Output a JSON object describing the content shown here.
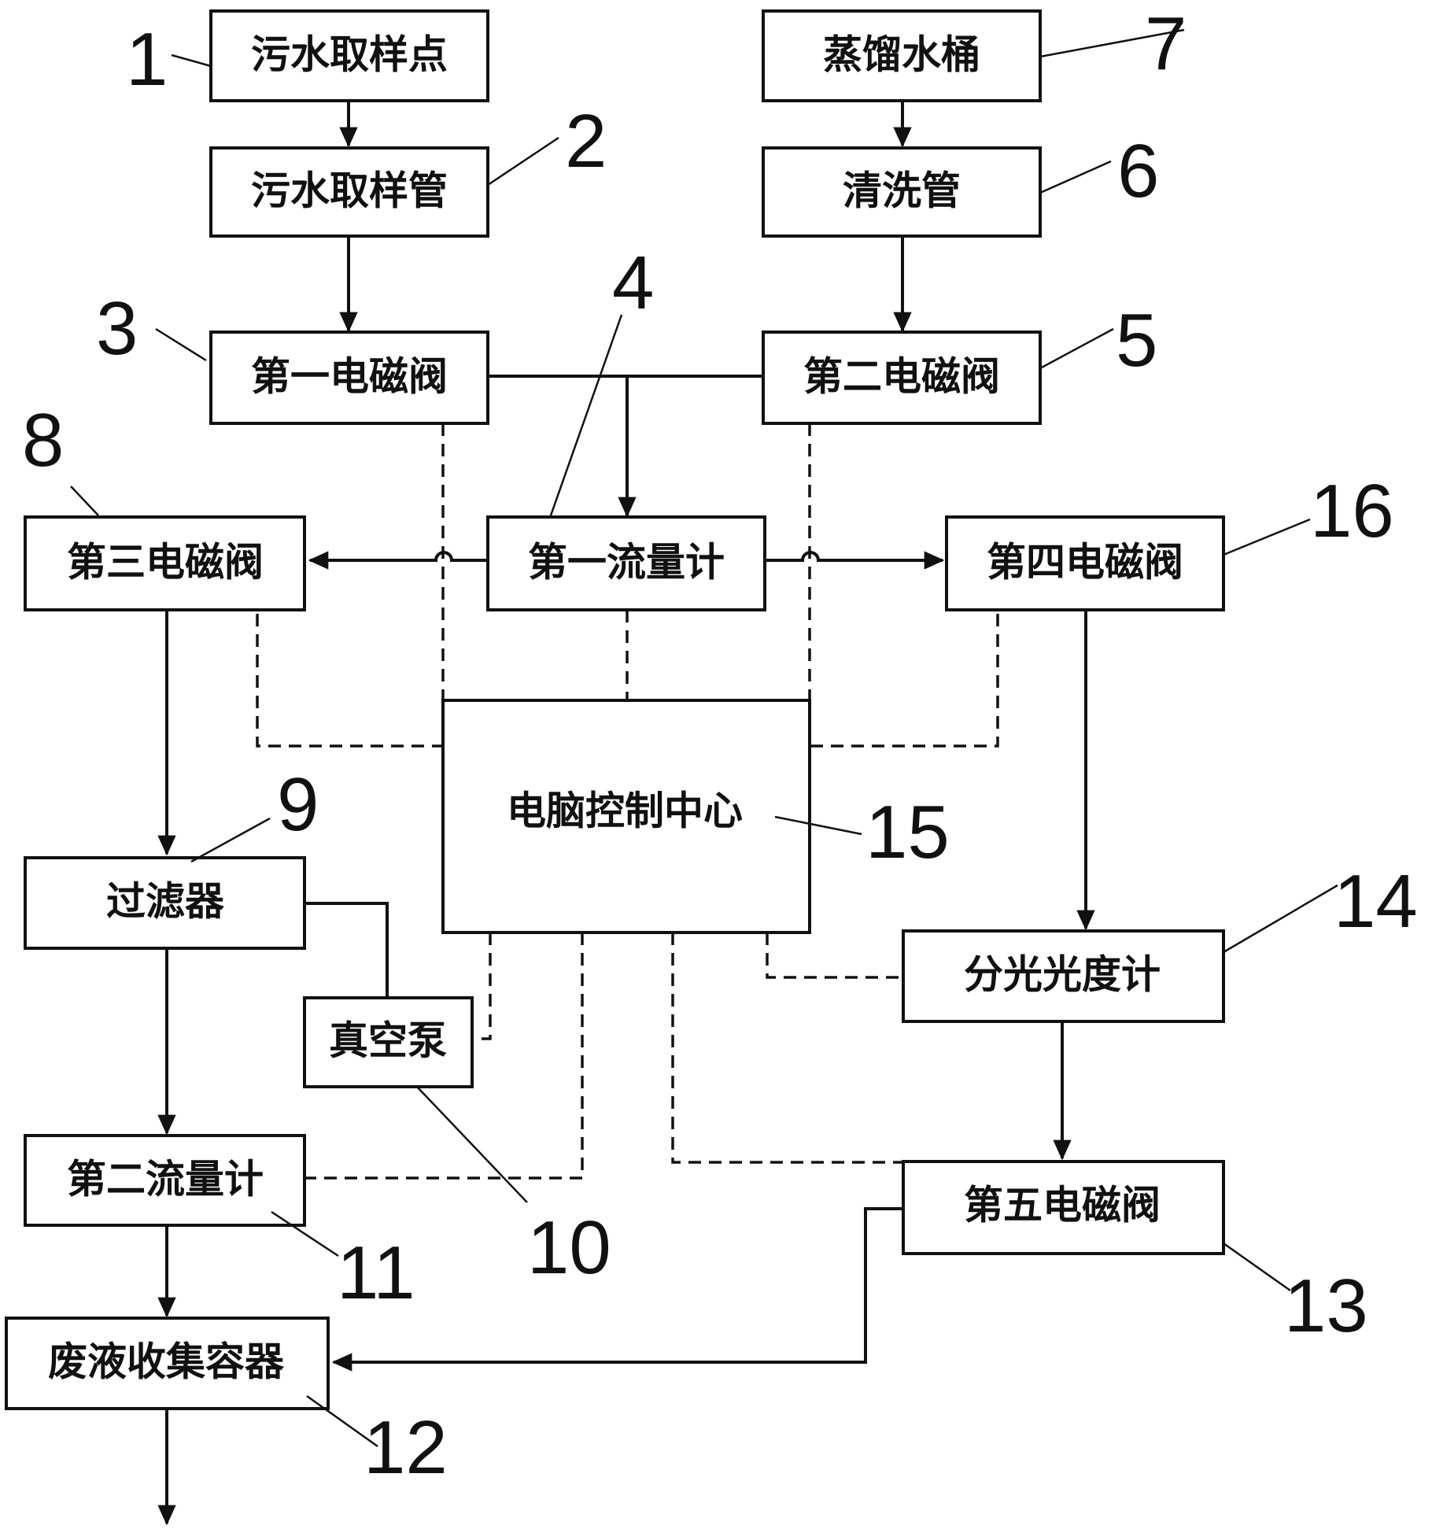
{
  "boxes": {
    "sampling_point": "污水取样点",
    "sampling_pipe": "污水取样管",
    "valve1": "第一电磁阀",
    "distilled_bucket": "蒸馏水桶",
    "cleaning_pipe": "清洗管",
    "valve2": "第二电磁阀",
    "valve3": "第三电磁阀",
    "flowmeter1": "第一流量计",
    "valve4": "第四电磁阀",
    "control_center": "电脑控制中心",
    "filter": "过滤器",
    "vacuum_pump": "真空泵",
    "flowmeter2": "第二流量计",
    "spectrophotometer": "分光光度计",
    "valve5": "第五电磁阀",
    "waste_container": "废液收集容器"
  },
  "labels": {
    "n1": "1",
    "n2": "2",
    "n3": "3",
    "n4": "4",
    "n5": "5",
    "n6": "6",
    "n7": "7",
    "n8": "8",
    "n9": "9",
    "n10": "10",
    "n11": "11",
    "n12": "12",
    "n13": "13",
    "n14": "14",
    "n15": "15",
    "n16": "16"
  },
  "colors": {
    "line": "#111111",
    "background": "#ffffff"
  }
}
